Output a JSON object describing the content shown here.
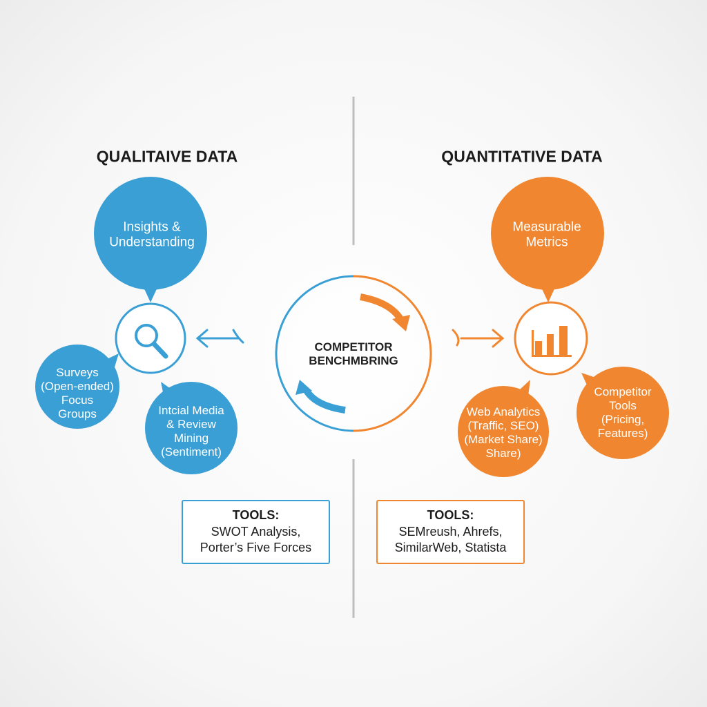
{
  "colors": {
    "qualitative": "#3a9fd5",
    "quantitative": "#f0862f",
    "divider": "#bdbdbd"
  },
  "left": {
    "title": "QUALITAIVE DATA",
    "main_bubble": [
      "Insights &",
      "Understanding"
    ],
    "icon": "magnifier-icon",
    "bubbles": [
      {
        "lines": [
          "Surveys",
          "(Open-ended)",
          "Focus",
          "Groups"
        ]
      },
      {
        "lines": [
          "Intcial Media",
          "& Review",
          "Mining",
          "(Sentiment)"
        ]
      }
    ],
    "tools": {
      "heading": "TOOLS:",
      "lines": [
        "SWOT Analysis,",
        "Porter’s Five Forces"
      ]
    }
  },
  "center": {
    "lines": [
      "COMPETITOR",
      "BENCHMBRING"
    ]
  },
  "right": {
    "title": "QUANTITATIVE DATA",
    "main_bubble": [
      "Measurable",
      "Metrics"
    ],
    "icon": "bar-chart-icon",
    "bubbles": [
      {
        "lines": [
          "Web Analytics",
          "(Traffic, SEO)",
          "(Market Share)",
          "Share)"
        ]
      },
      {
        "lines": [
          "Competitor",
          "Tools",
          "(Pricing,",
          "Features)"
        ]
      }
    ],
    "tools": {
      "heading": "TOOLS:",
      "lines": [
        "SEMreush, Ahrefs,",
        "SimilarWeb, Statista"
      ]
    }
  }
}
